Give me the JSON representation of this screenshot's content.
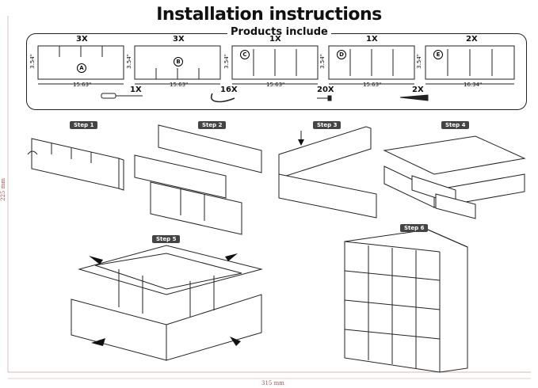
{
  "title": "Installation instructions",
  "products_label": "Products include",
  "panels": [
    {
      "letter": "A",
      "qty": "3X",
      "width": "15.63\"",
      "height": "3.54\""
    },
    {
      "letter": "B",
      "qty": "3X",
      "width": "15.63\"",
      "height": "3.54\""
    },
    {
      "letter": "C",
      "qty": "1X",
      "width": "15.63\"",
      "height": "3.54\""
    },
    {
      "letter": "D",
      "qty": "1X",
      "width": "15.63\"",
      "height": "3.54\""
    },
    {
      "letter": "E",
      "qty": "2X",
      "width": "16.34\"",
      "height": "3.54\""
    }
  ],
  "hardware": [
    {
      "qty": "1X",
      "icon": "screwdriver-icon"
    },
    {
      "qty": "16X",
      "icon": "hook-icon"
    },
    {
      "qty": "20X",
      "icon": "screw-icon"
    },
    {
      "qty": "2X",
      "icon": "anchor-screw-icon"
    }
  ],
  "steps": [
    "Step 1",
    "Step 2",
    "Step 3",
    "Step 4",
    "Step 5",
    "Step 6"
  ],
  "margin": {
    "height_label": "225 mm",
    "width_label": "315 mm"
  }
}
